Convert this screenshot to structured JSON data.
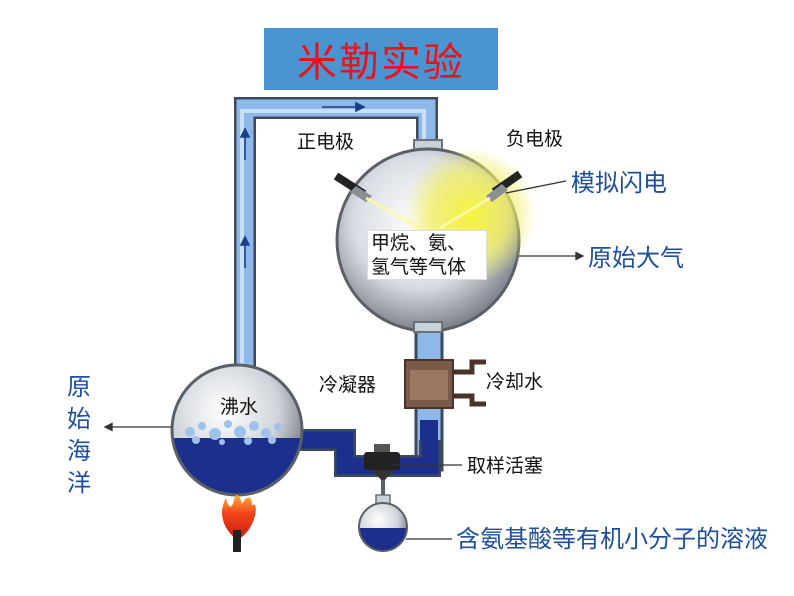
{
  "title": "米勒实验",
  "labels": {
    "positive_electrode": "正电极",
    "negative_electrode": "负电极",
    "simulated_lightning": "模拟闪电",
    "gases_line1": "甲烷、氨、",
    "gases_line2": "氢气等气体",
    "primitive_atmosphere": "原始大气",
    "primitive_ocean": "原始海洋",
    "boiling_water": "沸水",
    "condenser": "冷凝器",
    "cooling_water": "冷却水",
    "sampling_stopcock": "取样活塞",
    "result_solution": "含氨基酸等有机小分子的溶液"
  },
  "colors": {
    "title_bg": "#4a95d1",
    "title_text": "#e8141b",
    "callout_text": "#1e4f9a",
    "water": "#1c2f8c",
    "tube": "#8db8e8"
  }
}
